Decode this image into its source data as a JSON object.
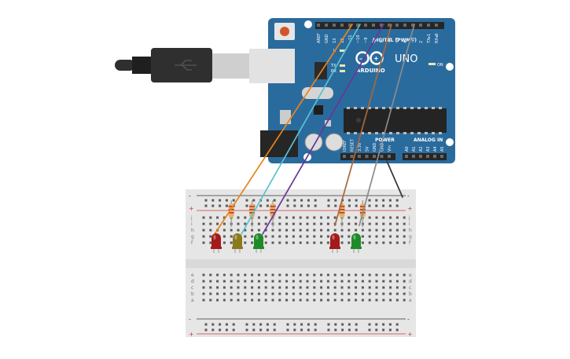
{
  "board": {
    "brand": "ARDUINO",
    "model": "UNO",
    "digital_label": "DIGITAL (PWM~)",
    "power_label": "POWER",
    "analog_label": "ANALOG IN",
    "on_label": "ON",
    "led_labels": [
      "L",
      "TX",
      "RX"
    ],
    "top_pins": [
      "AREF",
      "GND",
      "13",
      "12",
      "~11",
      "~10",
      "~9",
      "8",
      "7",
      "~6",
      "~5",
      "4",
      "~3",
      "2",
      "TX▸1",
      "RX◂0"
    ],
    "power_pins": [
      "IOREF",
      "RESET",
      "3.3V",
      "5V",
      "GND",
      "GND",
      "Vin"
    ],
    "analog_pins": [
      "A0",
      "A1",
      "A2",
      "A3",
      "A4",
      "A5"
    ]
  },
  "breadboard": {
    "row_letters_top": [
      "j",
      "i",
      "h",
      "g",
      "f"
    ],
    "row_letters_bottom": [
      "e",
      "d",
      "c",
      "b",
      "a"
    ],
    "columns": 30,
    "rail_plus": "+",
    "rail_minus": "-"
  },
  "leds": [
    {
      "color": "red",
      "hex": "#a41b1b"
    },
    {
      "color": "yellow",
      "hex": "#8a7a1e"
    },
    {
      "color": "green",
      "hex": "#1f8a2a"
    },
    {
      "color": "red",
      "hex": "#a41b1b"
    },
    {
      "color": "green",
      "hex": "#1f8a2a"
    }
  ],
  "wires": [
    {
      "color": "#e8841a"
    },
    {
      "color": "#5bc1cf"
    },
    {
      "color": "#6a3594"
    },
    {
      "color": "#a8683a"
    },
    {
      "color": "#8b8b8b"
    },
    {
      "color": "#333333"
    }
  ],
  "colors": {
    "board": "#2a6b9e",
    "breadboard": "#e6e6e6",
    "rail_red": "#d33a3a",
    "rail_black": "#333333",
    "usb_cable": "#2f2f2f"
  }
}
